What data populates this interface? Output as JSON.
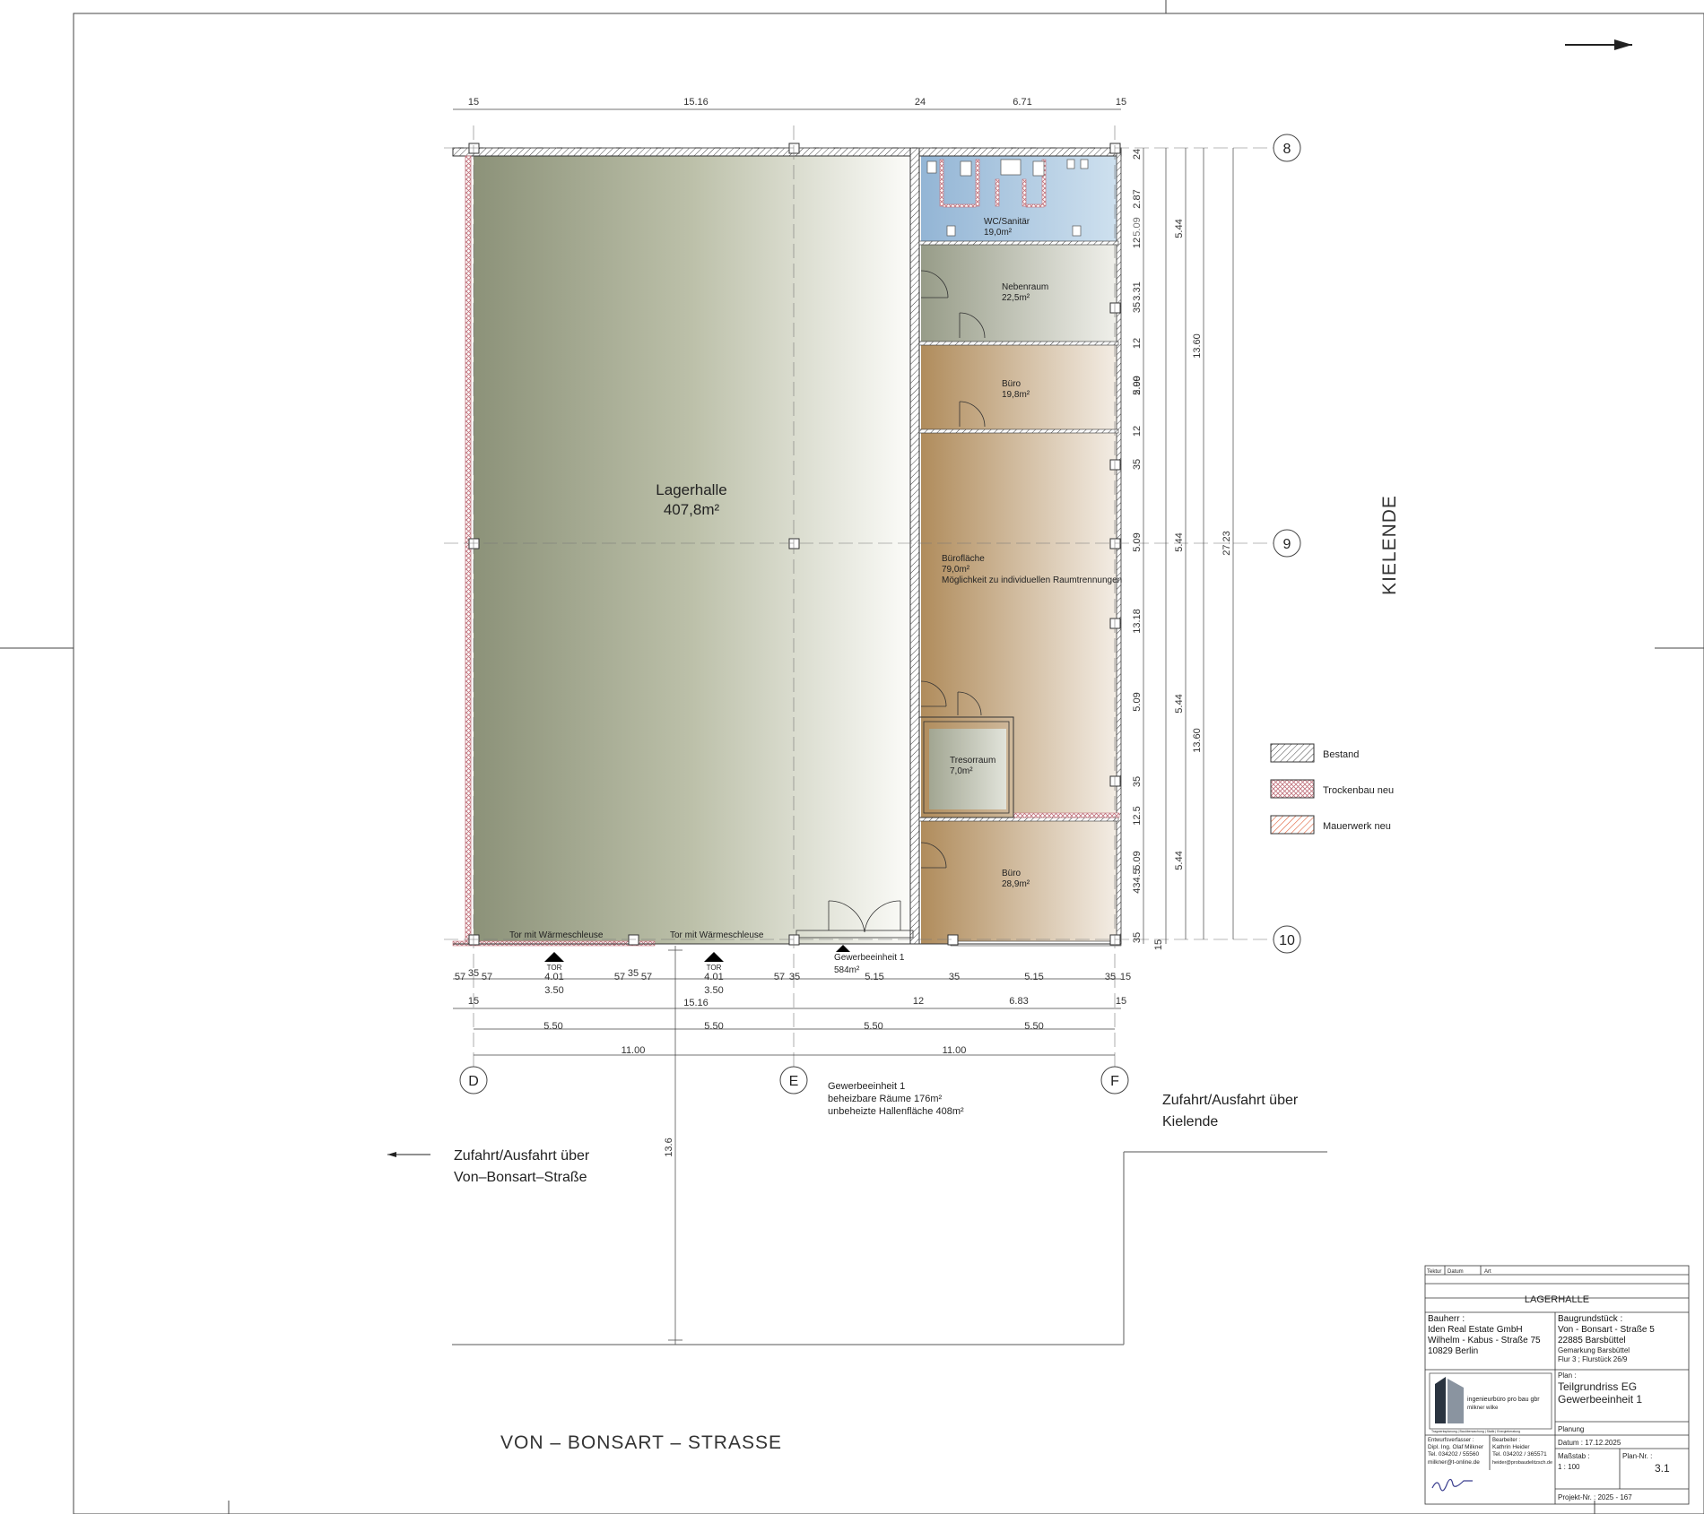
{
  "rooms": {
    "lagerhalle": {
      "name": "Lagerhalle",
      "area": "407,8m²"
    },
    "wc": {
      "name": "WC/Sanitär",
      "area": "19,0m²"
    },
    "nebenraum": {
      "name": "Nebenraum",
      "area": "22,5m²"
    },
    "buero1": {
      "name": "Büro",
      "area": "19,8m²"
    },
    "bueroflaeche": {
      "name": "Bürofläche",
      "area": "79,0m²",
      "note": "Möglichkeit zu individuellen Raumtrennungen"
    },
    "tresorraum": {
      "name": "Tresorraum",
      "area": "7,0m²"
    },
    "buero2": {
      "name": "Büro",
      "area": "28,9m²"
    }
  },
  "gates": {
    "label": "Tor mit Wärmeschleuse",
    "tor": "TOR"
  },
  "entrance": {
    "label": "Gewerbeeinheit 1",
    "area": "584m²"
  },
  "summary": {
    "line1": "Gewerbeeinheit 1",
    "line2": "beheizbare Räume 176m²",
    "line3": "unbeheizte Hallenfläche 408m²"
  },
  "access": {
    "west_line1": "Zufahrt/Ausfahrt über",
    "west_line2": "Von–Bonsart–Straße",
    "east_line1": "Zufahrt/Ausfahrt über",
    "east_line2": "Kielende"
  },
  "street_south": "VON – BONSART – STRASSE",
  "street_east": "KIELENDE",
  "axes": {
    "a8": "8",
    "a9": "9",
    "a10": "10",
    "aD": "D",
    "aE": "E",
    "aF": "F"
  },
  "dims_top": {
    "d15a": "15",
    "d1516": "15.16",
    "d24": "24",
    "d671": "6.71",
    "d15b": "15"
  },
  "dims_bottom1": {
    "d57a": "57",
    "d35a": "35",
    "d57b": "57",
    "d401a": "4.01",
    "d350a": "3.50",
    "d57c": "57",
    "d35b": "35",
    "d57d": "57",
    "d401b": "4.01",
    "d350b": "3.50",
    "d57e": "57",
    "d35c": "35",
    "d515a": "5.15",
    "d35d": "35",
    "d515b": "5.15",
    "d35e": "35",
    "d15c": "15"
  },
  "dims_bottom2": {
    "d15": "15",
    "d1516": "15.16",
    "d12": "12",
    "d683": "6.83",
    "d15b": "15"
  },
  "dims_bottom3": {
    "a": "5.50",
    "b": "5.50",
    "c": "5.50",
    "d": "5.50"
  },
  "dims_bottom4": {
    "a": "11.00",
    "b": "11.00"
  },
  "dims_side": {
    "c1": [
      "24",
      "2.87",
      "12",
      "3.31",
      "12",
      "2.90",
      "12",
      "35",
      "13.18",
      "35",
      "12.5",
      "434.5",
      "35",
      "15"
    ],
    "c2": [
      "5.09",
      "35",
      "5.09",
      "35",
      "5.09",
      "35",
      "5.09",
      "35",
      "5.09",
      "35"
    ],
    "c3": [
      "5.44",
      "5.44",
      "5.44",
      "5.44"
    ],
    "c4": [
      "13.60",
      "13.60"
    ],
    "c5": "27.23"
  },
  "dim_vertical_left": "13.6",
  "legend": [
    {
      "label": "Bestand",
      "color": "#555555"
    },
    {
      "label": "Trockenbau neu",
      "color": "#c0707a"
    },
    {
      "label": "Mauerwerk neu",
      "color": "#e0603a"
    }
  ],
  "titleblock": {
    "head": {
      "tektur": "Tektur",
      "datum": "Datum",
      "art": "Art"
    },
    "project": "LAGERHALLE",
    "bauherr_label": "Bauherr :",
    "bauherr": [
      "Iden Real Estate GmbH",
      "Wilhelm - Kabus - Straße 75",
      "10829 Berlin"
    ],
    "grund_label": "Baugrundstück :",
    "grund": [
      "Von - Bonsart - Straße 5",
      "22885 Barsbüttel",
      "Gemarkung Barsbüttel",
      "Flur 3 ; Flurstück 26/9"
    ],
    "plan_label": "Plan :",
    "plan": [
      "Teilgrundriss EG",
      "Gewerbeeinheit 1"
    ],
    "logo": [
      "ingenieurbüro pro bau gbr",
      "milkner         wilke"
    ],
    "logo_sub": "Tragwerksplanung  |  Bauüberwachung  |  Statik  |  Energieberatung",
    "phase": "Planung",
    "entwurf_label": "Entwurfsverfasser :",
    "entwurf": [
      "Dipl. Ing. Olaf Milkner",
      "Tel. 034202 / 55560",
      "milkner@t-online.de"
    ],
    "bearb_label": "Bearbeiter :",
    "bearb": [
      "Kathrin Heider",
      "Tel. 034202 / 365571",
      "heider@probaudelitzsch.de"
    ],
    "datum": "Datum : 17.12.2025",
    "massstab_label": "Maßstab :",
    "massstab": "1 : 100",
    "plannr_label": "Plan-Nr. :",
    "plannr": "3.1",
    "projekt": "Projekt-Nr. : 2025 - 167"
  }
}
